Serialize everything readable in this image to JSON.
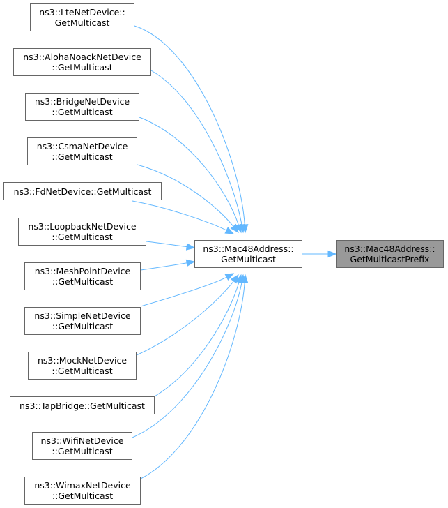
{
  "graph": {
    "colors": {
      "edge": "#63b8ff",
      "node_border": "#666666",
      "target_fill": "#999999"
    },
    "target": {
      "line1": "ns3::Mac48Address::",
      "line2": "GetMulticastPrefix"
    },
    "center": {
      "line1": "ns3::Mac48Address::",
      "line2": "GetMulticast"
    },
    "callers": [
      {
        "line1": "ns3::LteNetDevice::",
        "line2": "GetMulticast"
      },
      {
        "line1": "ns3::AlohaNoackNetDevice",
        "line2": "::GetMulticast"
      },
      {
        "line1": "ns3::BridgeNetDevice",
        "line2": "::GetMulticast"
      },
      {
        "line1": "ns3::CsmaNetDevice",
        "line2": "::GetMulticast"
      },
      {
        "line1": "ns3::FdNetDevice::GetMulticast",
        "line2": ""
      },
      {
        "line1": "ns3::LoopbackNetDevice",
        "line2": "::GetMulticast"
      },
      {
        "line1": "ns3::MeshPointDevice",
        "line2": "::GetMulticast"
      },
      {
        "line1": "ns3::SimpleNetDevice",
        "line2": "::GetMulticast"
      },
      {
        "line1": "ns3::MockNetDevice",
        "line2": "::GetMulticast"
      },
      {
        "line1": "ns3::TapBridge::GetMulticast",
        "line2": ""
      },
      {
        "line1": "ns3::WifiNetDevice",
        "line2": "::GetMulticast"
      },
      {
        "line1": "ns3::WimaxNetDevice",
        "line2": "::GetMulticast"
      }
    ]
  }
}
